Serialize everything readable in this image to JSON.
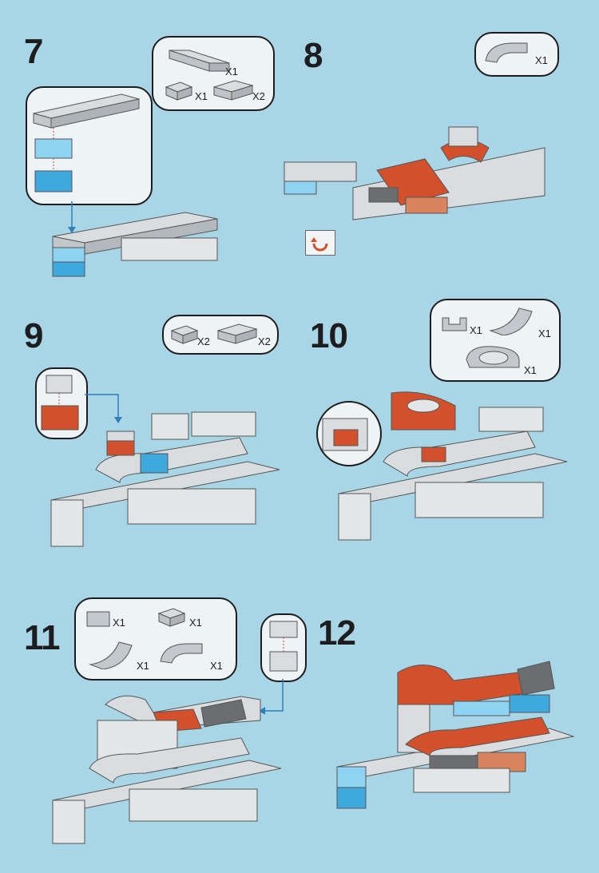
{
  "steps": [
    {
      "number": "7",
      "parts": [
        "X1",
        "X1",
        "X2"
      ]
    },
    {
      "number": "8",
      "parts": [
        "X1"
      ]
    },
    {
      "number": "9",
      "parts": [
        "X2",
        "X2"
      ]
    },
    {
      "number": "10",
      "parts": [
        "X1",
        "X1",
        "X1"
      ]
    },
    {
      "number": "11",
      "parts": [
        "X1",
        "X1",
        "X1",
        "X1"
      ]
    },
    {
      "number": "12",
      "parts": []
    }
  ],
  "colors": {
    "background": "#a9d6e6",
    "brick_grey": "#d9dde0",
    "brick_blue": "#3fa8dc",
    "brick_light_blue": "#8fd3f2",
    "brick_orange": "#d2502b",
    "brick_dark_grey": "#6b6d70"
  },
  "icons": [
    "rotate-arrow-icon"
  ]
}
